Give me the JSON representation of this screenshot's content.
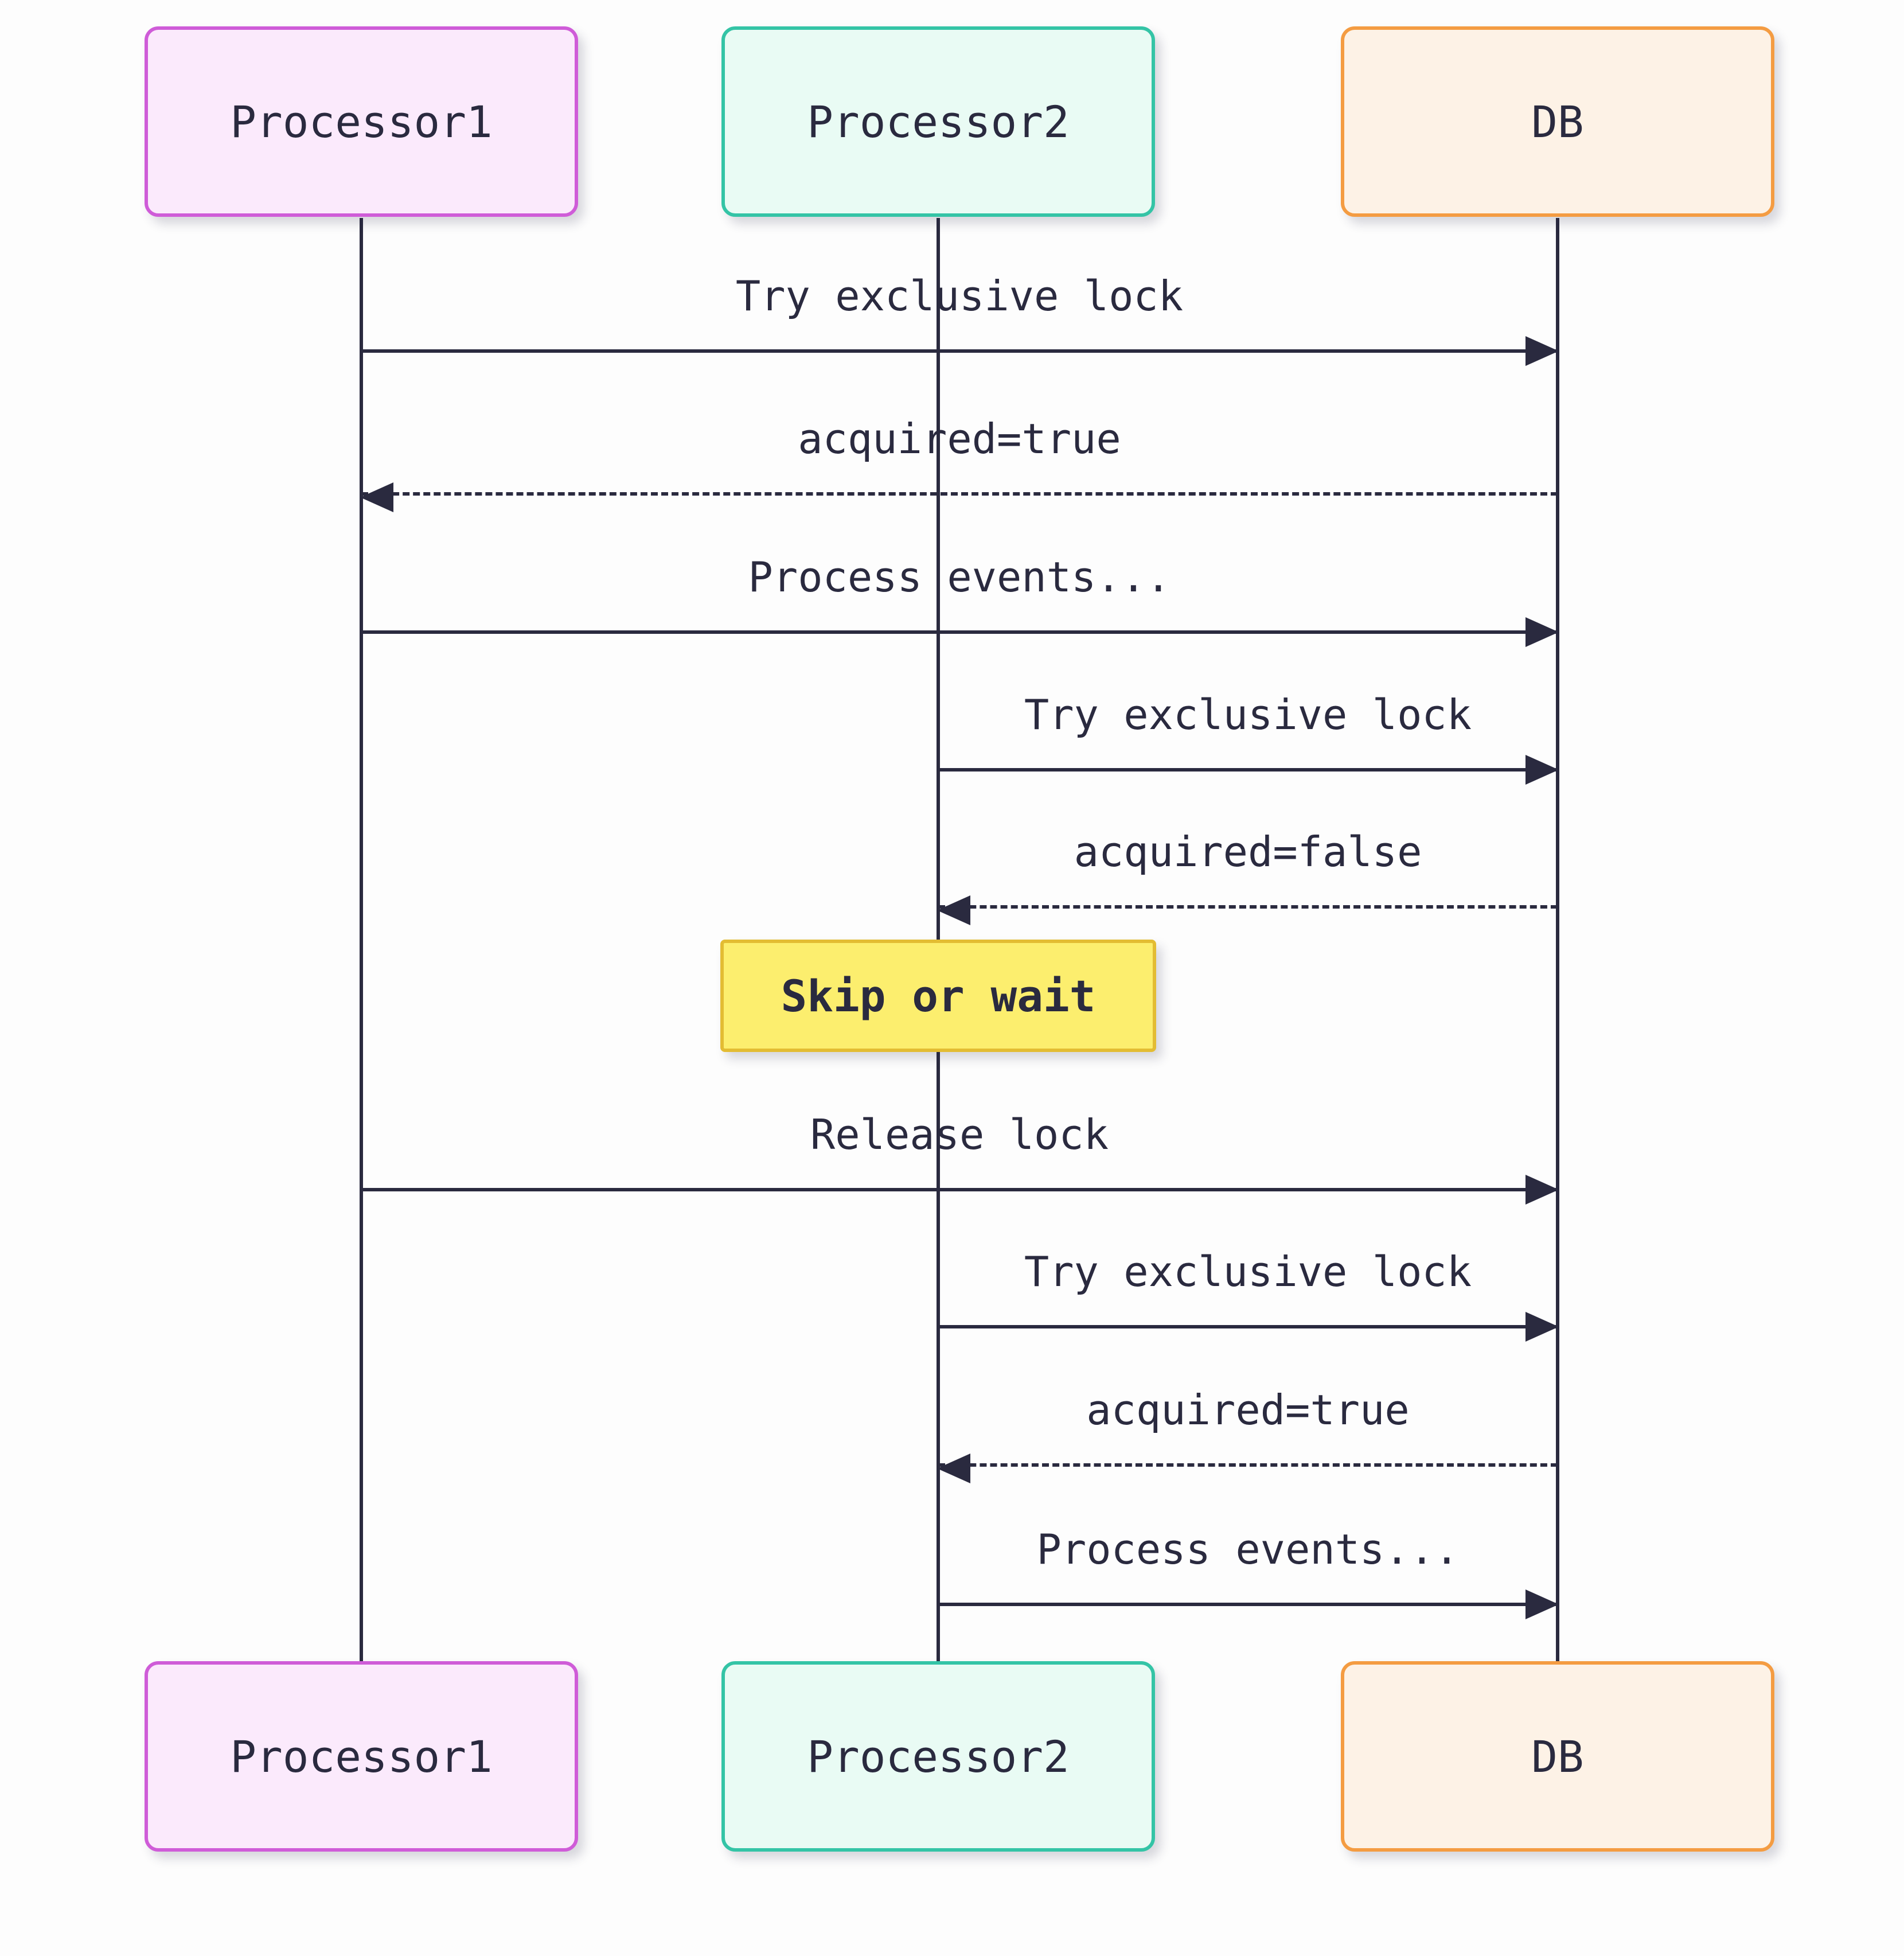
{
  "diagram": {
    "type": "sequence",
    "background_color": "#fdfdfd",
    "line_color": "#2a2a3f"
  },
  "actors": [
    {
      "id": "processor1",
      "label": "Processor1",
      "fill": "#fbeafc",
      "border": "#cf5cd8"
    },
    {
      "id": "processor2",
      "label": "Processor2",
      "fill": "#e9fbf4",
      "border": "#34c4a6"
    },
    {
      "id": "db",
      "label": "DB",
      "fill": "#fdf2e6",
      "border": "#f49c42"
    }
  ],
  "messages": [
    {
      "from": "Processor1",
      "to": "DB",
      "label": "Try exclusive lock",
      "style": "solid"
    },
    {
      "from": "DB",
      "to": "Processor1",
      "label": "acquired=true",
      "style": "dashed"
    },
    {
      "from": "Processor1",
      "to": "DB",
      "label": "Process events...",
      "style": "solid"
    },
    {
      "from": "Processor2",
      "to": "DB",
      "label": "Try exclusive lock",
      "style": "solid"
    },
    {
      "from": "DB",
      "to": "Processor2",
      "label": "acquired=false",
      "style": "dashed"
    },
    {
      "from": "Processor1",
      "to": "DB",
      "label": "Release lock",
      "style": "solid"
    },
    {
      "from": "Processor2",
      "to": "DB",
      "label": "Try exclusive lock",
      "style": "solid"
    },
    {
      "from": "DB",
      "to": "Processor2",
      "label": "acquired=true",
      "style": "dashed"
    },
    {
      "from": "Processor2",
      "to": "DB",
      "label": "Process events...",
      "style": "solid"
    }
  ],
  "note": {
    "over": "Processor2",
    "label": "Skip or wait",
    "fill": "#fcee6e",
    "border": "#e3bc33"
  }
}
